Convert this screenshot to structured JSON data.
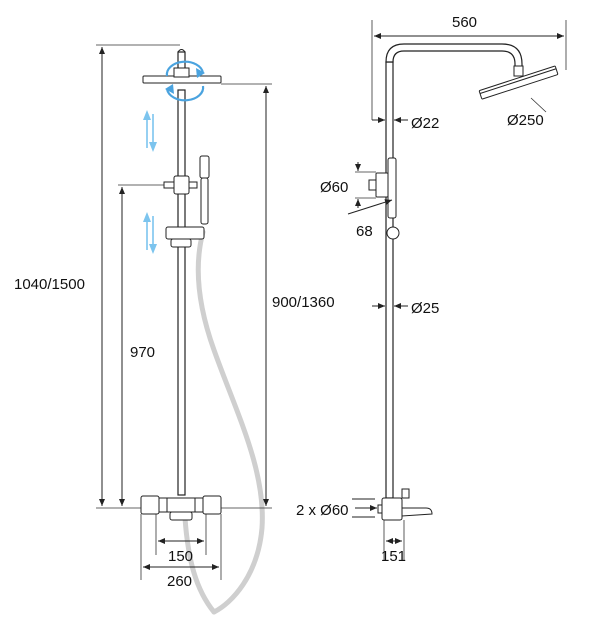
{
  "dimensions": {
    "total_height": "1040/1500",
    "valve_height": "970",
    "slide_height": "900/1360",
    "spacing_150": "150",
    "width_260": "260",
    "arm_length": "560",
    "arm_diameter": "Ø22",
    "head_diameter": "Ø250",
    "diverter_diameter": "Ø60",
    "diverter_depth": "68",
    "rail_diameter": "Ø25",
    "valve_diameters": "2 x Ø60",
    "projection_151": "151"
  },
  "colors": {
    "line": "#222222",
    "hose": "#cfcfcf",
    "rotate_arrow": "#4aa3df",
    "slide_arrow": "#7cc4ee"
  },
  "icons": {
    "rotate": "rotate-arrows-icon",
    "slide": "up-down-arrows-icon"
  }
}
